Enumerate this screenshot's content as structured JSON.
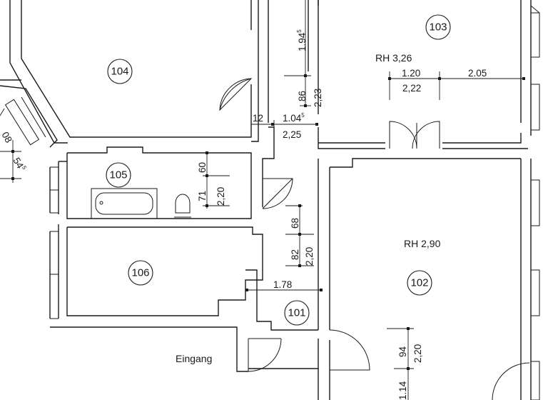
{
  "rooms": [
    {
      "id": "104"
    },
    {
      "id": "103"
    },
    {
      "id": "105"
    },
    {
      "id": "106"
    },
    {
      "id": "101"
    },
    {
      "id": "102"
    }
  ],
  "labels": {
    "rh_103": "RH 3,26",
    "rh_102": "RH 2,90",
    "eingang": "Eingang"
  },
  "dimensions": {
    "d_194": "1.94",
    "d_194_sup": "5",
    "d_86": "86",
    "d_223": "2,23",
    "d_120": "1.20",
    "d_205": "2.05",
    "d_222": "2,22",
    "d_12": "12",
    "d_104": "1.04",
    "d_104_sup": "5",
    "d_225": "2,25",
    "d_60": "60",
    "d_71": "71",
    "d_220_105": "2,20",
    "d_68": "68",
    "d_82": "82",
    "d_220_101": "2,20",
    "d_178": "1.78",
    "d_94": "94",
    "d_220_102": "2,20",
    "d_114": "1.14",
    "d_08": "08",
    "d_54": "54",
    "d_54_sup": "5"
  }
}
